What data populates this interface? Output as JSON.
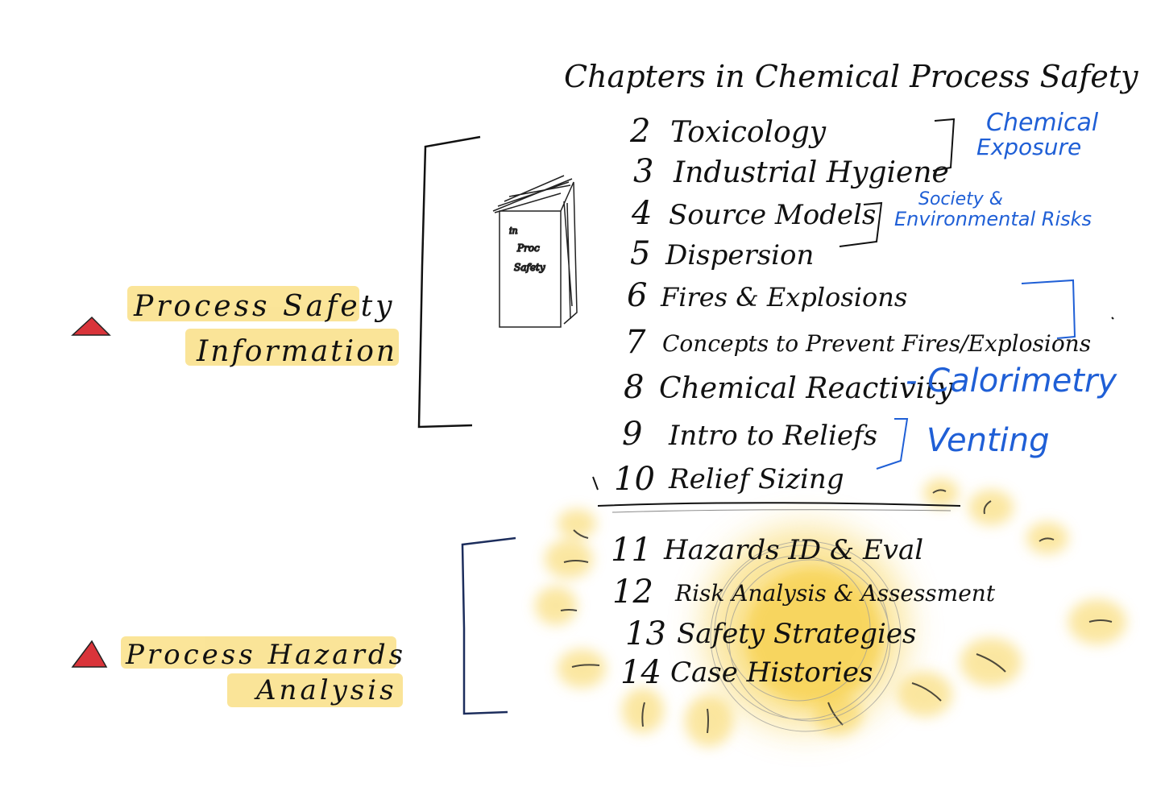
{
  "title": "Chapters in Chemical Process Safety",
  "chapters": [
    {
      "num": "2",
      "label": "Toxicology"
    },
    {
      "num": "3",
      "label": "Industrial Hygiene"
    },
    {
      "num": "4",
      "label": "Source Models"
    },
    {
      "num": "5",
      "label": "Dispersion"
    },
    {
      "num": "6",
      "label": "Fires & Explosions"
    },
    {
      "num": "7",
      "label": "Concepts to Prevent Fires/Explosions"
    },
    {
      "num": "8",
      "label": "Chemical Reactivity"
    },
    {
      "num": "9",
      "label": "Intro to Reliefs"
    },
    {
      "num": "10",
      "label": "Relief Sizing"
    },
    {
      "num": "11",
      "label": "Hazards ID & Eval"
    },
    {
      "num": "12",
      "label": "Risk Analysis & Assessment"
    },
    {
      "num": "13",
      "label": "Safety Strategies"
    },
    {
      "num": "14",
      "label": "Case Histories"
    }
  ],
  "groups": {
    "chemical_exposure": [
      "Chemical",
      "Exposure"
    ],
    "societal_env_risks": [
      "Society &",
      "Environmental Risks"
    ],
    "calorimetry": "- Calorimetry",
    "venting": "Venting"
  },
  "sections": {
    "psi": [
      "Process Safety",
      "Information"
    ],
    "pha": [
      "Process Hazards",
      "Analysis"
    ]
  },
  "book_cover": [
    "in",
    "Proc",
    "Safety"
  ],
  "colors": {
    "ink": "#111111",
    "blue_ink": "#1f5fd6",
    "highlight": "#f7cf45",
    "warning_triangle": "#d9343a",
    "bracket_navy": "#1c2d5c"
  }
}
